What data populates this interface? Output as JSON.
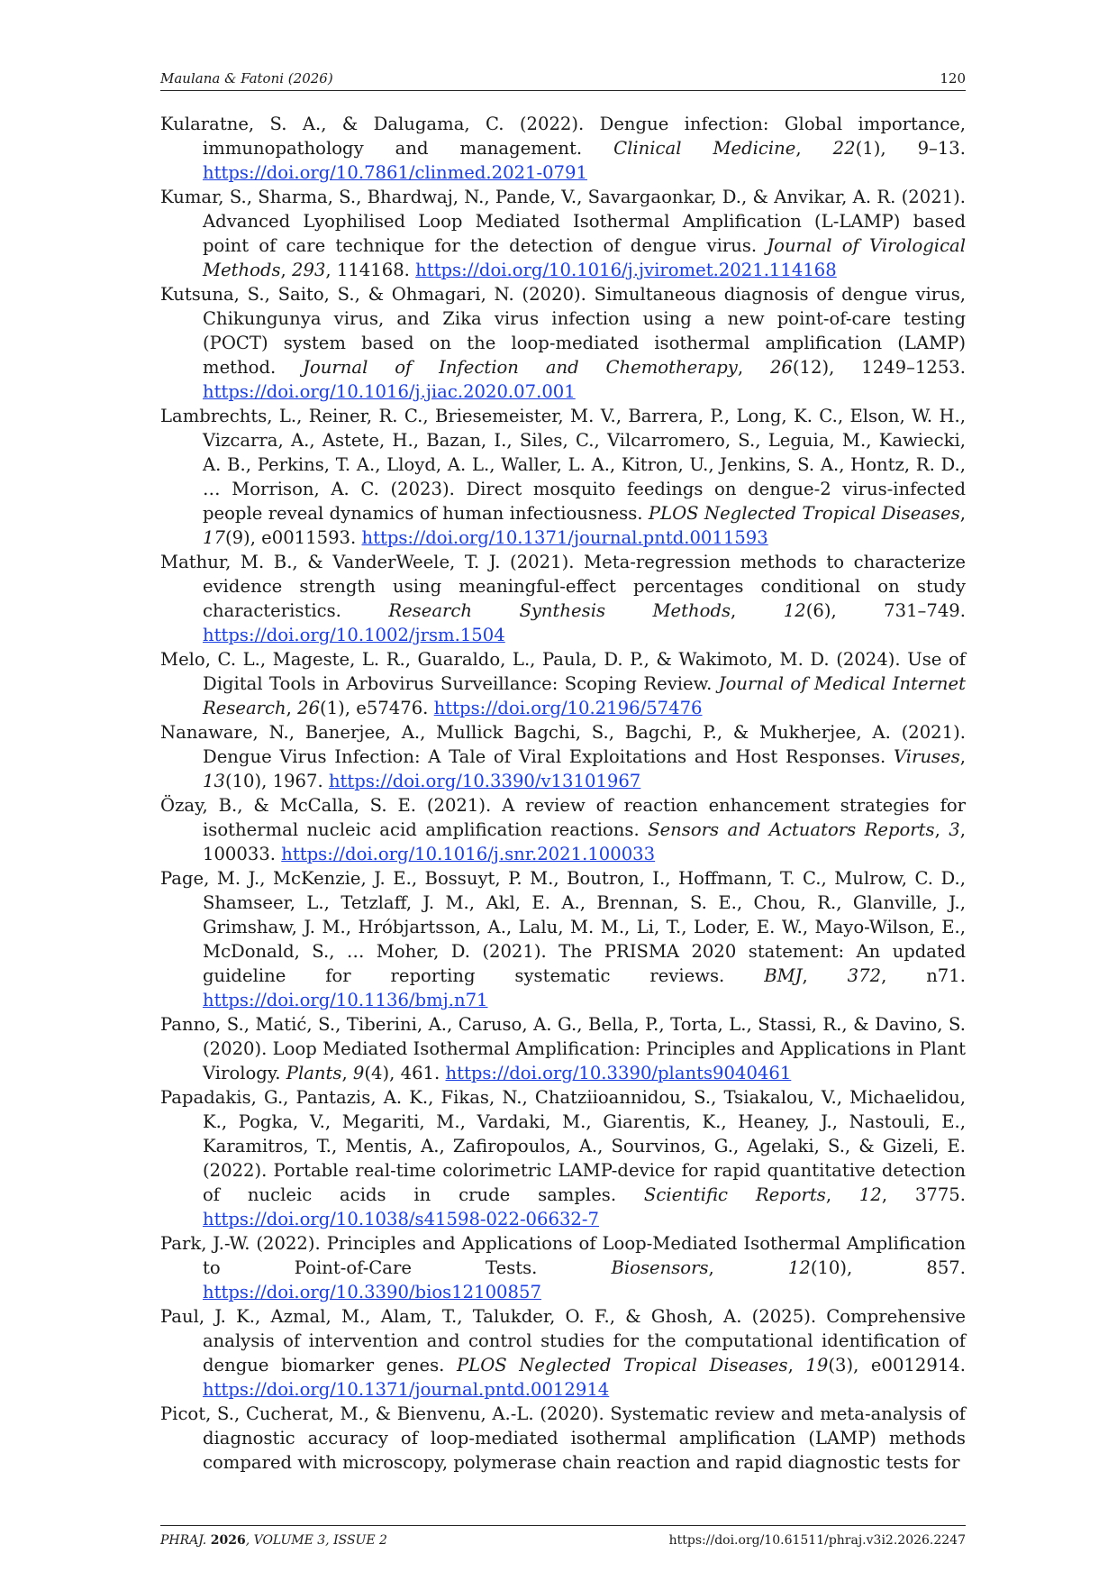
{
  "header": {
    "authors": "Maulana & Fatoni (2026)",
    "page_number": "120"
  },
  "references": [
    {
      "lead": "Kularatne, S. A., & Dalugama, C. (2022). Dengue infection: Global importance, immunopathology and management. ",
      "journal": "Clinical Medicine",
      "mid": ", ",
      "volume": "22",
      "tail": "(1), 9–13. ",
      "doi": "https://doi.org/10.7861/clinmed.2021-0791"
    },
    {
      "lead": "Kumar, S., Sharma, S., Bhardwaj, N., Pande, V., Savargaonkar, D., & Anvikar, A. R. (2021). Advanced Lyophilised Loop Mediated Isothermal Amplification (L-LAMP) based point of care technique for the detection of dengue virus. ",
      "journal": "Journal of Virological Methods",
      "mid": ", ",
      "volume": "293",
      "tail": ", 114168. ",
      "doi": "https://doi.org/10.1016/j.jviromet.2021.114168"
    },
    {
      "lead": "Kutsuna, S., Saito, S., & Ohmagari, N. (2020). Simultaneous diagnosis of dengue virus, Chikungunya virus, and Zika virus infection using a new point-of-care testing (POCT) system based on the loop-mediated isothermal amplification (LAMP) method. ",
      "journal": "Journal of Infection and Chemotherapy",
      "mid": ", ",
      "volume": "26",
      "tail": "(12), 1249–1253. ",
      "doi": "https://doi.org/10.1016/j.jiac.2020.07.001"
    },
    {
      "lead": "Lambrechts, L., Reiner, R. C., Briesemeister, M. V., Barrera, P., Long, K. C., Elson, W. H., Vizcarra, A., Astete, H., Bazan, I., Siles, C., Vilcarromero, S., Leguia, M., Kawiecki, A. B., Perkins, T. A., Lloyd, A. L., Waller, L. A., Kitron, U., Jenkins, S. A., Hontz, R. D., … Morrison, A. C. (2023). Direct mosquito feedings on dengue-2 virus-infected people reveal dynamics of human infectiousness. ",
      "journal": "PLOS Neglected Tropical Diseases",
      "mid": ", ",
      "volume": "17",
      "tail": "(9), e0011593. ",
      "doi": "https://doi.org/10.1371/journal.pntd.0011593"
    },
    {
      "lead": "Mathur, M. B., & VanderWeele, T. J. (2021). Meta-regression methods to characterize evidence strength using meaningful-effect percentages conditional on study characteristics. ",
      "journal": "Research Synthesis Methods",
      "mid": ", ",
      "volume": "12",
      "tail": "(6), 731–749. ",
      "doi": "https://doi.org/10.1002/jrsm.1504"
    },
    {
      "lead": "Melo, C. L., Mageste, L. R., Guaraldo, L., Paula, D. P., & Wakimoto, M. D. (2024). Use of Digital Tools in Arbovirus Surveillance: Scoping Review. ",
      "journal": "Journal of Medical Internet Research",
      "mid": ", ",
      "volume": "26",
      "tail": "(1), e57476. ",
      "doi": "https://doi.org/10.2196/57476"
    },
    {
      "lead": "Nanaware, N., Banerjee, A., Mullick Bagchi, S., Bagchi, P., & Mukherjee, A. (2021). Dengue Virus Infection: A Tale of Viral Exploitations and Host Responses. ",
      "journal": "Viruses",
      "mid": ", ",
      "volume": "13",
      "tail": "(10), 1967. ",
      "doi": "https://doi.org/10.3390/v13101967"
    },
    {
      "lead": "Özay, B., & McCalla, S. E. (2021). A review of reaction enhancement strategies for isothermal nucleic acid amplification reactions. ",
      "journal": "Sensors and Actuators Reports",
      "mid": ", ",
      "volume": "3",
      "tail": ", 100033. ",
      "doi": "https://doi.org/10.1016/j.snr.2021.100033"
    },
    {
      "lead": "Page, M. J., McKenzie, J. E., Bossuyt, P. M., Boutron, I., Hoffmann, T. C., Mulrow, C. D., Shamseer, L., Tetzlaff, J. M., Akl, E. A., Brennan, S. E., Chou, R., Glanville, J., Grimshaw, J. M., Hróbjartsson, A., Lalu, M. M., Li, T., Loder, E. W., Mayo-Wilson, E., McDonald, S., … Moher, D. (2021). The PRISMA 2020 statement: An updated guideline for reporting systematic reviews. ",
      "journal": "BMJ",
      "mid": ", ",
      "volume": "372",
      "tail": ", n71. ",
      "doi": "https://doi.org/10.1136/bmj.n71"
    },
    {
      "lead": "Panno, S., Matić, S., Tiberini, A., Caruso, A. G., Bella, P., Torta, L., Stassi, R., & Davino, S. (2020). Loop Mediated Isothermal Amplification: Principles and Applications in Plant Virology. ",
      "journal": "Plants",
      "mid": ", ",
      "volume": "9",
      "tail": "(4), 461. ",
      "doi": "https://doi.org/10.3390/plants9040461"
    },
    {
      "lead": "Papadakis, G., Pantazis, A. K., Fikas, N., Chatziioannidou, S., Tsiakalou, V., Michaelidou, K., Pogka, V., Megariti, M., Vardaki, M., Giarentis, K., Heaney, J., Nastouli, E., Karamitros, T., Mentis, A., Zafiropoulos, A., Sourvinos, G., Agelaki, S., & Gizeli, E. (2022). Portable real-time colorimetric LAMP-device for rapid quantitative detection of nucleic acids in crude samples. ",
      "journal": "Scientific Reports",
      "mid": ", ",
      "volume": "12",
      "tail": ", 3775. ",
      "doi": "https://doi.org/10.1038/s41598-022-06632-7"
    },
    {
      "lead": "Park, J.-W. (2022). Principles and Applications of Loop-Mediated Isothermal Amplification to Point-of-Care Tests. ",
      "journal": "Biosensors",
      "mid": ", ",
      "volume": "12",
      "tail": "(10), 857. ",
      "doi": "https://doi.org/10.3390/bios12100857"
    },
    {
      "lead": "Paul, J. K., Azmal, M., Alam, T., Talukder, O. F., & Ghosh, A. (2025). Comprehensive analysis of intervention and control studies for the computational identification of dengue biomarker genes. ",
      "journal": "PLOS Neglected Tropical Diseases",
      "mid": ", ",
      "volume": "19",
      "tail": "(3), e0012914. ",
      "doi": "https://doi.org/10.1371/journal.pntd.0012914"
    },
    {
      "lead": "Picot, S., Cucherat, M., & Bienvenu, A.-L. (2020). Systematic review and meta-analysis of diagnostic accuracy of loop-mediated isothermal amplification (LAMP) methods compared with microscopy, polymerase chain reaction and rapid diagnostic tests for",
      "journal": "",
      "mid": "",
      "volume": "",
      "tail": "",
      "doi": ""
    }
  ],
  "footer": {
    "journal_abbrev": "PHRAJ.",
    "year": "2026",
    "volume_issue": ", VOLUME 3, ISSUE 2",
    "doi": "https://doi.org/10.61511/phraj.v3i2.2026.2247"
  }
}
